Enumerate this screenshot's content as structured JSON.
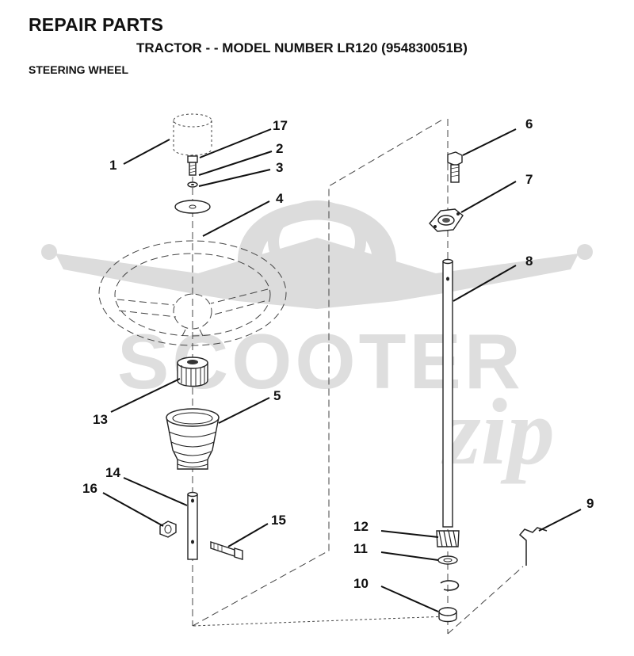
{
  "header": {
    "title": "REPAIR PARTS",
    "subtitle": "TRACTOR - - MODEL NUMBER LR120 (954830051B)",
    "section": "STEERING WHEEL"
  },
  "watermark": {
    "text_main": "SCOOTER",
    "text_script": "zip",
    "color": "#d9d9d9"
  },
  "callouts": {
    "c1": "1",
    "c2": "2",
    "c3": "3",
    "c4": "4",
    "c5": "5",
    "c6": "6",
    "c7": "7",
    "c8": "8",
    "c9": "9",
    "c10": "10",
    "c11": "11",
    "c12": "12",
    "c13": "13",
    "c14": "14",
    "c15": "15",
    "c16": "16",
    "c17": "17"
  }
}
